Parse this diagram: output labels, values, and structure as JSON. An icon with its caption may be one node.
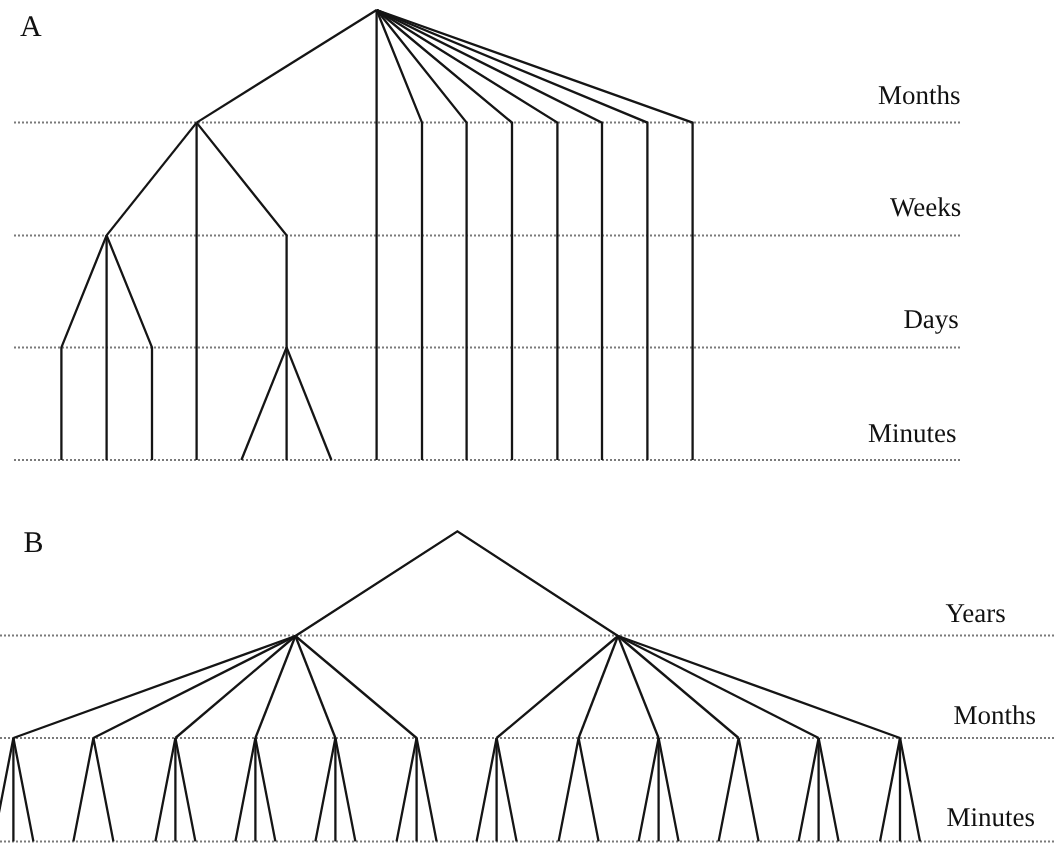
{
  "diagram": {
    "labels": [
      "A",
      "Months",
      "Weeks",
      "Days",
      "Minutes",
      "B",
      "Years",
      "Months",
      "Minutes"
    ]
  }
}
